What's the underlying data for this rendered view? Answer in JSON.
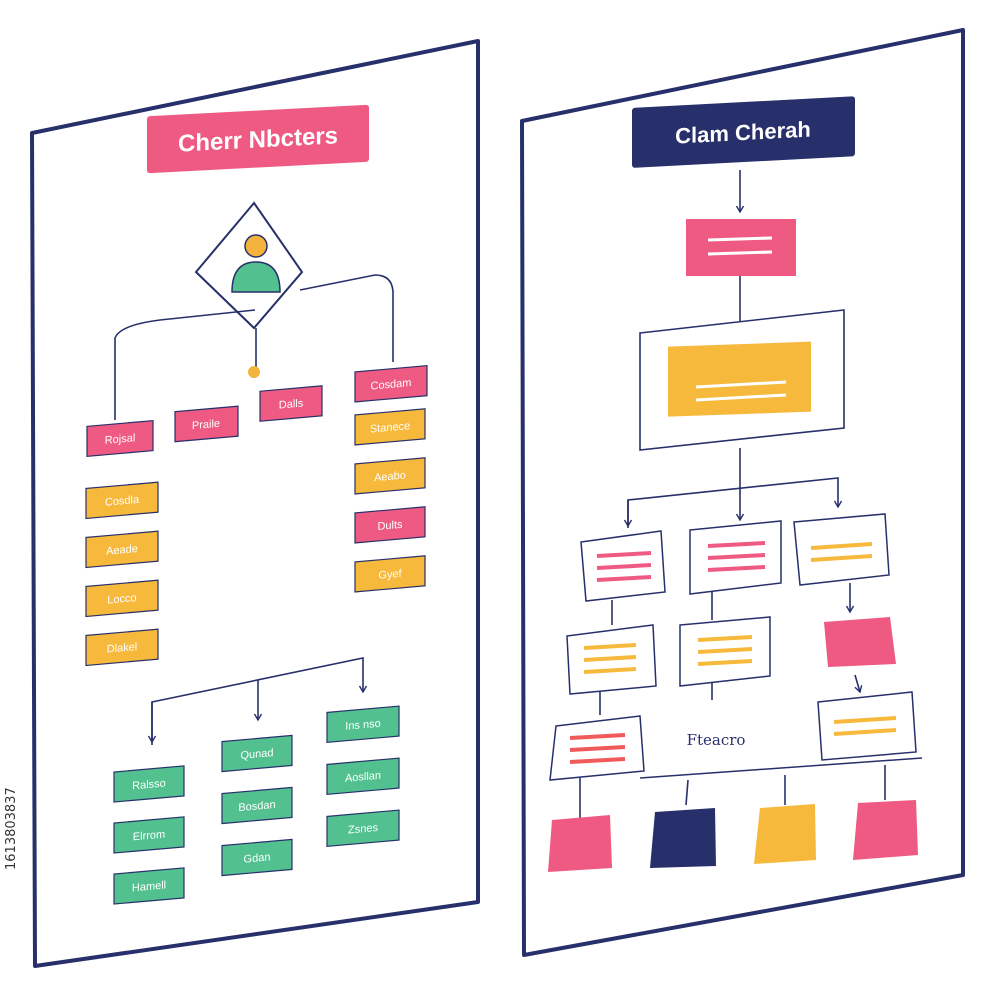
{
  "colors": {
    "navy": "#27306b",
    "pink": "#ee5a82",
    "yellow": "#f6b93b",
    "green": "#52c18f",
    "skin": "#f3b33d",
    "red": "#f05a5a"
  },
  "left_panel": {
    "title": "Cherr Nbcters",
    "icon": "person-avatar-icon",
    "boxes": {
      "pink_row": [
        "Rojsal",
        "Praile",
        "Dalls",
        "Cosdam"
      ],
      "left_column": [
        "Cosdla",
        "Aeade",
        "Locco",
        "Dlakel"
      ],
      "right_column": [
        "Stanece",
        "Aeabo",
        "Dults",
        "Gyef"
      ],
      "green_col1": [
        "Ralsso",
        "Elrrom",
        "Hamell"
      ],
      "green_col2": [
        "Qunad",
        "Bosdan",
        "Gdan"
      ],
      "green_col3": [
        "Ins nso",
        "Aosllan",
        "Zsnes"
      ]
    }
  },
  "right_panel": {
    "title": "Clam Cherah",
    "label": "Fteacro"
  },
  "stock_id": "1613803837"
}
